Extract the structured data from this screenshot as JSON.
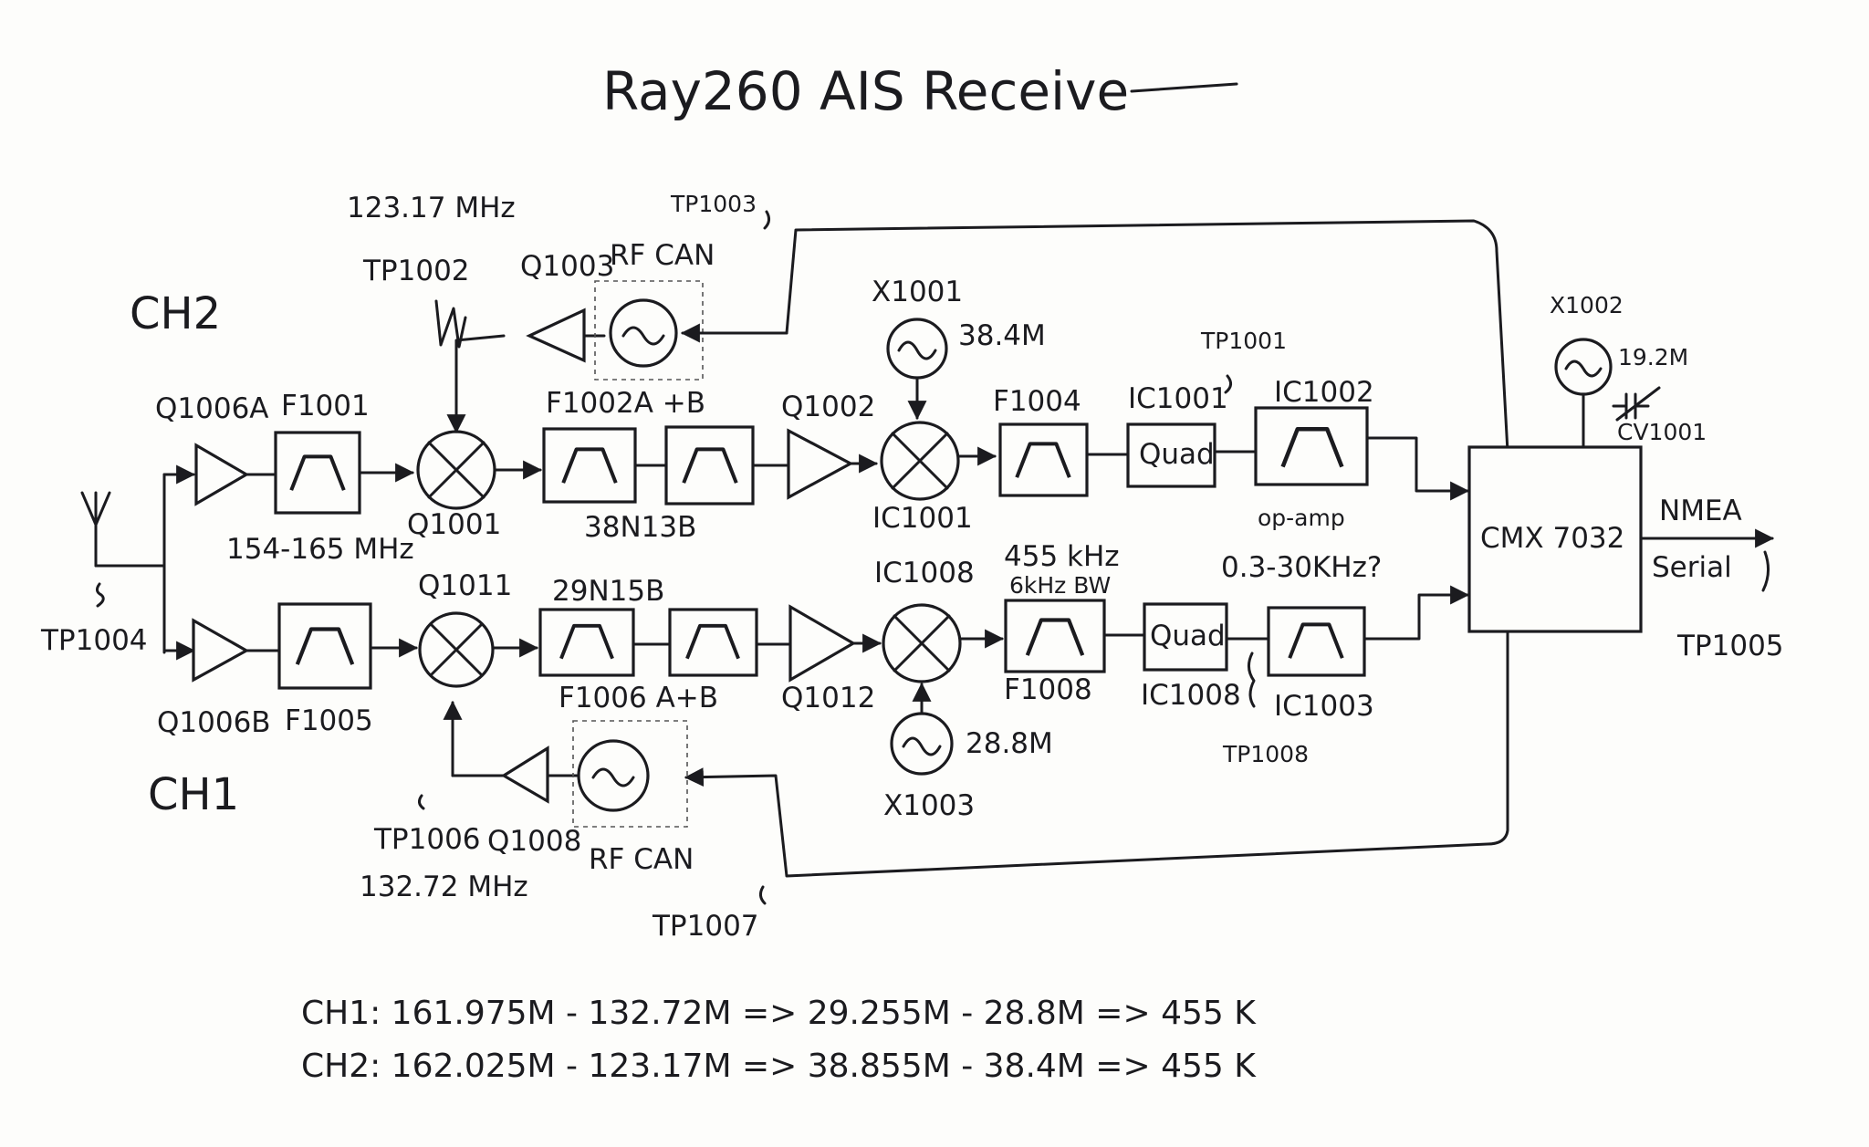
{
  "title": "Ray260 AIS Receive",
  "labels": {
    "ch2": "CH2",
    "ch1": "CH1",
    "q1006a": "Q1006A",
    "f1001": "F1001",
    "band": "154-165 MHz",
    "q1001": "Q1001",
    "f1002ab": "F1002A +B",
    "f38n13b": "38N13B",
    "q1002": "Q1002",
    "x1001": "X1001",
    "x1001_freq": "38.4M",
    "ic1001": "IC1001",
    "f1004": "F1004",
    "ic1001_quad": "IC1001",
    "quad_top": "Quad",
    "ic1002": "IC1002",
    "tp1001": "TP1001",
    "opamp": "op-amp",
    "filter_range": "0.3-30KHz?",
    "tp1002_top": "TP1002",
    "q1003": "Q1003",
    "rf_can_top": "RF CAN",
    "tp1003": "TP1003",
    "lo_top_freq": "123.17 MHz",
    "x1002": "X1002",
    "x1002_freq": "19.2M",
    "cv1001": "CV1001",
    "cmx": "CMX 7032",
    "nmea": "NMEA",
    "serial": "Serial",
    "tp1005": "TP1005",
    "tp1004": "TP1004",
    "q1006b": "Q1006B",
    "f1005": "F1005",
    "q1011": "Q1011",
    "f29n15b": "29N15B",
    "f1006ab": "F1006 A+B",
    "q1012": "Q1012",
    "ic1008": "IC1008",
    "if_freq": "455 kHz",
    "if_bw": "6kHz BW",
    "f1008": "F1008",
    "quad_bot": "Quad",
    "ic1008_quad": "IC1008",
    "ic1003": "IC1003",
    "tp1008": "TP1008",
    "x1003": "X1003",
    "x1003_freq": "28.8M",
    "tp1006": "TP1006",
    "q1008": "Q1008",
    "rf_can_bot": "RF CAN",
    "lo_bot_freq": "132.72 MHz",
    "tp1007": "TP1007"
  },
  "equations": {
    "ch1": "CH1: 161.975M - 132.72M => 29.255M - 28.8M => 455 K",
    "ch2": "CH2: 162.025M - 123.17M => 38.855M - 38.4M => 455 K"
  }
}
